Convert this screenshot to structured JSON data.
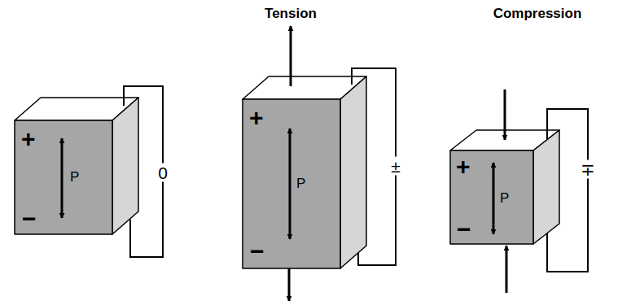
{
  "diagram": {
    "nodes": [
      {
        "text": [
          "+",
          "P",
          "−"
        ]
      },
      {
        "text": [
          "+",
          "P",
          "−"
        ]
      },
      {
        "text": [
          "+",
          "P",
          "−"
        ]
      }
    ],
    "labels": [
      "0",
      "Tension",
      "±",
      "Compression",
      "∓"
    ]
  }
}
